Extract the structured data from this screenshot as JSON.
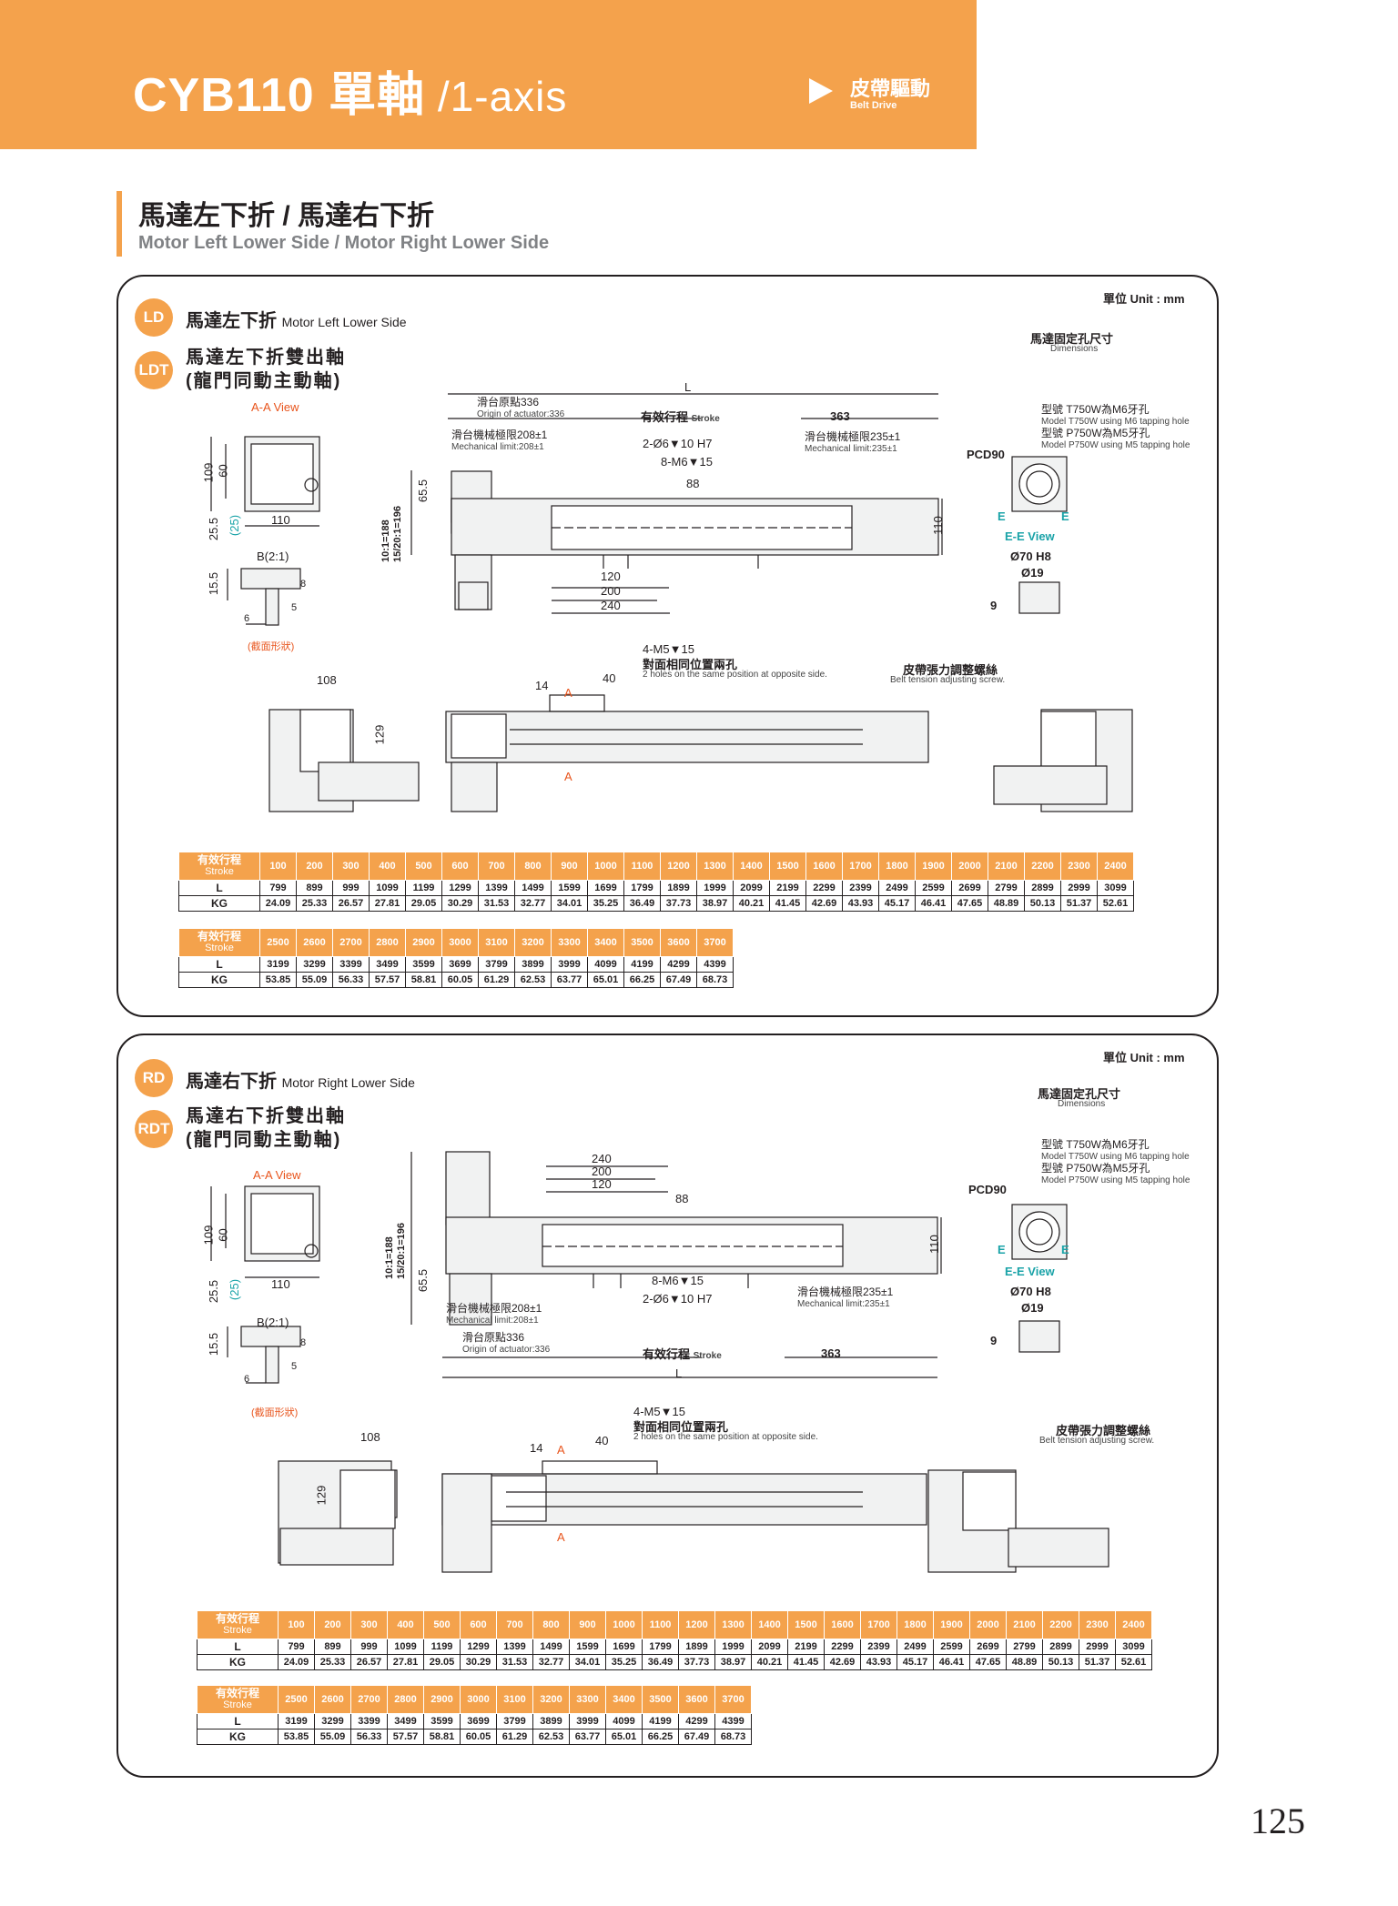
{
  "header": {
    "title_main": "CYB110 單軸",
    "title_sub": " /1-axis",
    "drive_zh": "皮帶驅動",
    "drive_en": "Belt Drive"
  },
  "section": {
    "title_zh": "馬達左下折 / 馬達右下折",
    "title_en": "Motor Left Lower Side / Motor Right Lower Side"
  },
  "panels": [
    {
      "unit": "單位 Unit : mm",
      "badge1": "LD",
      "title1_zh": "馬達左下折",
      "title1_en": "Motor Left Lower Side",
      "badge2": "LDT",
      "title2_line1": "馬達左下折雙出軸",
      "title2_line2": "(龍門同動主動軸)",
      "labels": {
        "aa_view": "A-A View",
        "b21": "B(2:1)",
        "section_shape": "(截面形狀)",
        "origin_zh": "滑台原點336",
        "origin_en": "Origin of actuator:336",
        "mech208_zh": "滑台機械極限208±1",
        "mech208_en": "Mechanical limit:208±1",
        "stroke_zh": "有效行程",
        "stroke_en": "Stroke",
        "mech235_zh": "滑台機械極限235±1",
        "mech235_en": "Mechanical limit:235±1",
        "L": "L",
        "d363": "363",
        "hole1": "2-Ø6▼10 H7",
        "hole2": "8-M6▼15",
        "d88": "88",
        "d120": "120",
        "d200": "200",
        "d240": "240",
        "d110": "110",
        "ratio": "10:1=188\n15/20:1=196",
        "d65": "65.5",
        "d109": "109",
        "d60": "60",
        "d25": "25.5",
        "d25p": "(25)",
        "d110b": "110",
        "d15": "15.5",
        "d8": "8",
        "d5": "5",
        "d6": "6",
        "m5_zh": "4-M5▼15",
        "m5_zh2": "對面相同位置兩孔",
        "m5_en": "2 holes on the same position at opposite side.",
        "belt_zh": "皮帶張力調整螺絲",
        "belt_en": "Belt tension adjusting screw.",
        "d108": "108",
        "d129": "129",
        "d14": "14",
        "d40": "40",
        "A": "A",
        "motor_fix_zh": "馬達固定孔尺寸",
        "motor_fix_en": "Dimensions",
        "t750_zh": "型號 T750W為M6牙孔",
        "t750_en": "Model T750W using M6 tapping hole",
        "p750_zh": "型號 P750W為M5牙孔",
        "p750_en": "Model P750W using M5 tapping hole",
        "pcd": "PCD90",
        "ee": "E-E View",
        "d70": "Ø70 H8",
        "d19": "Ø19",
        "d9": "9",
        "E": "E"
      }
    },
    {
      "unit": "單位 Unit : mm",
      "badge1": "RD",
      "title1_zh": "馬達右下折",
      "title1_en": "Motor Right Lower Side",
      "badge2": "RDT",
      "title2_line1": "馬達右下折雙出軸",
      "title2_line2": "(龍門同動主動軸)",
      "labels": {
        "aa_view": "A-A View",
        "b21": "B(2:1)",
        "section_shape": "(截面形狀)",
        "origin_zh": "滑台原點336",
        "origin_en": "Origin of actuator:336",
        "mech208_zh": "滑台機械極限208±1",
        "mech208_en": "Mechanical limit:208±1",
        "stroke_zh": "有效行程",
        "stroke_en": "Stroke",
        "mech235_zh": "滑台機械極限235±1",
        "mech235_en": "Mechanical limit:235±1",
        "L": "L",
        "d363": "363",
        "hole1": "2-Ø6▼10 H7",
        "hole2": "8-M6▼15",
        "d88": "88",
        "d120": "120",
        "d200": "200",
        "d240": "240",
        "d110": "110",
        "ratio": "10:1=188\n15/20:1=196",
        "d65": "65.5",
        "d109": "109",
        "d60": "60",
        "d25": "25.5",
        "d25p": "(25)",
        "d110b": "110",
        "d15": "15.5",
        "d8": "8",
        "d5": "5",
        "d6": "6",
        "m5_zh": "4-M5▼15",
        "m5_zh2": "對面相同位置兩孔",
        "m5_en": "2 holes on the same position at opposite side.",
        "belt_zh": "皮帶張力調整螺絲",
        "belt_en": "Belt tension adjusting screw.",
        "d108": "108",
        "d129": "129",
        "d14": "14",
        "d40": "40",
        "A": "A",
        "motor_fix_zh": "馬達固定孔尺寸",
        "motor_fix_en": "Dimensions",
        "t750_zh": "型號 T750W為M6牙孔",
        "t750_en": "Model T750W using M6 tapping hole",
        "p750_zh": "型號 P750W為M5牙孔",
        "p750_en": "Model P750W using M5 tapping hole",
        "pcd": "PCD90",
        "ee": "E-E View",
        "d70": "Ø70 H8",
        "d19": "Ø19",
        "d9": "9",
        "E": "E"
      }
    }
  ],
  "table": {
    "stroke_zh": "有效行程",
    "stroke_en": "Stroke",
    "row_L": "L",
    "row_KG": "KG",
    "part1": {
      "stroke": [
        "100",
        "200",
        "300",
        "400",
        "500",
        "600",
        "700",
        "800",
        "900",
        "1000",
        "1100",
        "1200",
        "1300",
        "1400",
        "1500",
        "1600",
        "1700",
        "1800",
        "1900",
        "2000",
        "2100",
        "2200",
        "2300",
        "2400"
      ],
      "L": [
        "799",
        "899",
        "999",
        "1099",
        "1199",
        "1299",
        "1399",
        "1499",
        "1599",
        "1699",
        "1799",
        "1899",
        "1999",
        "2099",
        "2199",
        "2299",
        "2399",
        "2499",
        "2599",
        "2699",
        "2799",
        "2899",
        "2999",
        "3099"
      ],
      "KG": [
        "24.09",
        "25.33",
        "26.57",
        "27.81",
        "29.05",
        "30.29",
        "31.53",
        "32.77",
        "34.01",
        "35.25",
        "36.49",
        "37.73",
        "38.97",
        "40.21",
        "41.45",
        "42.69",
        "43.93",
        "45.17",
        "46.41",
        "47.65",
        "48.89",
        "50.13",
        "51.37",
        "52.61"
      ]
    },
    "part2": {
      "stroke": [
        "2500",
        "2600",
        "2700",
        "2800",
        "2900",
        "3000",
        "3100",
        "3200",
        "3300",
        "3400",
        "3500",
        "3600",
        "3700"
      ],
      "L": [
        "3199",
        "3299",
        "3399",
        "3499",
        "3599",
        "3699",
        "3799",
        "3899",
        "3999",
        "4099",
        "4199",
        "4299",
        "4399"
      ],
      "KG": [
        "53.85",
        "55.09",
        "56.33",
        "57.57",
        "58.81",
        "60.05",
        "61.29",
        "62.53",
        "63.77",
        "65.01",
        "66.25",
        "67.49",
        "68.73"
      ]
    }
  },
  "colors": {
    "accent": "#f4a24c",
    "line": "#231f20",
    "red": "#e8541c",
    "teal": "#1aa3a8"
  },
  "page_number": "125"
}
